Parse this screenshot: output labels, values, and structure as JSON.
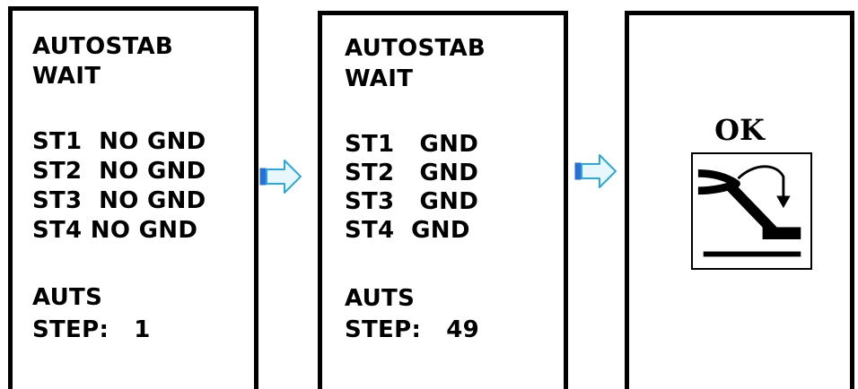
{
  "screens": [
    {
      "lines": [
        "AUTOSTAB",
        "WAIT",
        "ST1  NO GND",
        "ST2  NO GND",
        "ST3  NO GND",
        "ST4 NO GND",
        "AUTS",
        "STEP:   1"
      ]
    },
    {
      "lines": [
        "AUTOSTAB",
        "WAIT",
        "ST1   GND",
        "ST2   GND",
        "ST3   GND",
        "ST4  GND",
        "AUTS",
        "STEP:   49"
      ]
    },
    {
      "status": "OK",
      "icon": "autostab-ground-icon"
    }
  ],
  "arrows": [
    {
      "icon": "right-arrow-icon",
      "color": "#2aa9e0"
    },
    {
      "icon": "right-arrow-icon",
      "color": "#2aa9e0"
    }
  ]
}
